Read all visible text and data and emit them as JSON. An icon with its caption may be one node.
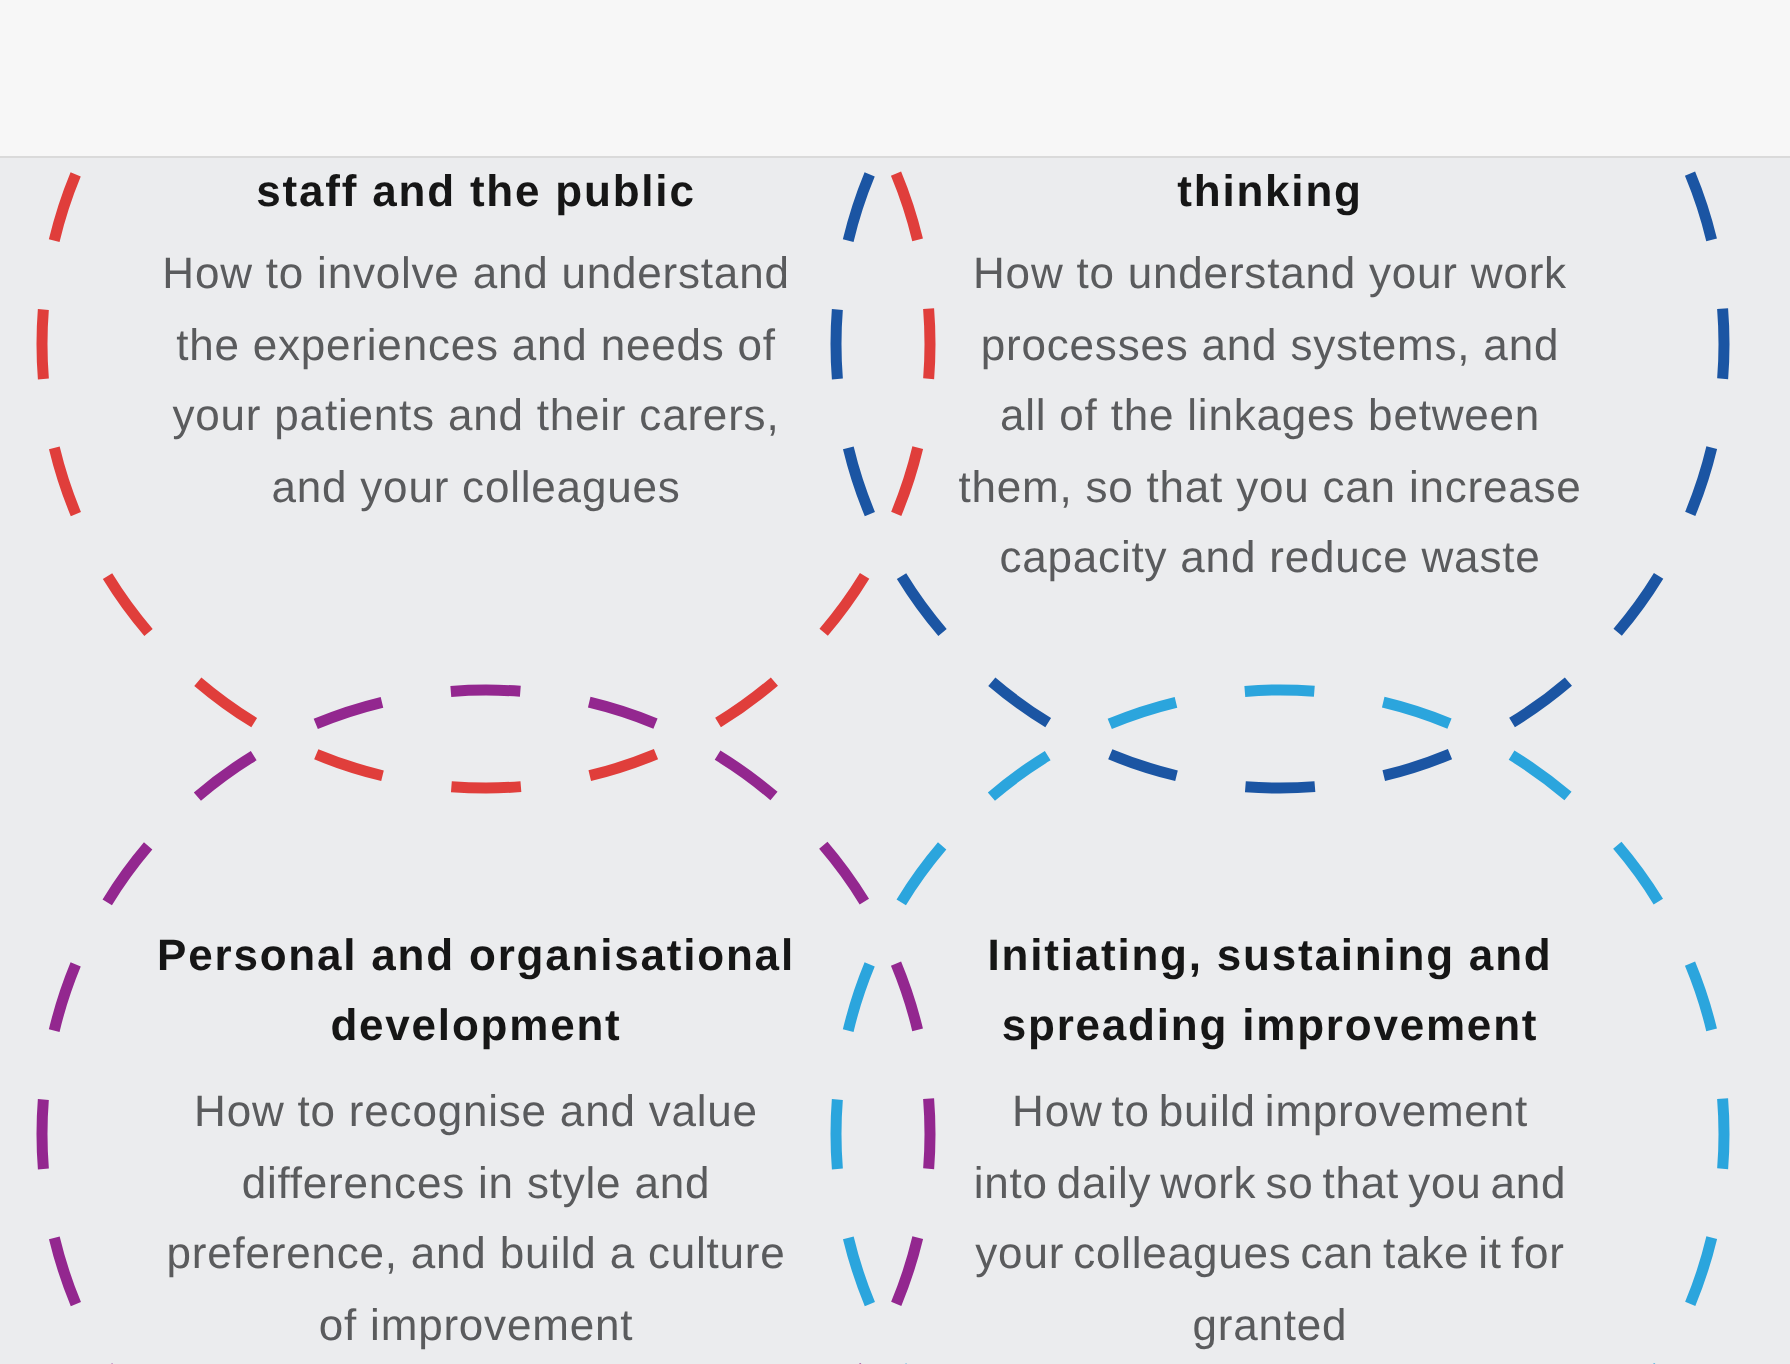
{
  "diagram": {
    "nodes": [
      {
        "text": [
          "staff and the public",
          "How to involve and understand the experiences and needs of your patients and their carers, and your colleagues"
        ]
      },
      {
        "text": [
          "thinking",
          "How to understand your work processes and systems, and all of the linkages between them, so that you can increase capacity and reduce waste"
        ]
      },
      {
        "text": [
          "Personal and organisational development",
          "How to recognise and value differences in style and preference, and build a culture of improvement"
        ]
      },
      {
        "text": [
          "Initiating, sustaining and spreading improvement",
          "How to build improvement into daily work so that you and your colleagues can take it for granted"
        ]
      }
    ]
  }
}
